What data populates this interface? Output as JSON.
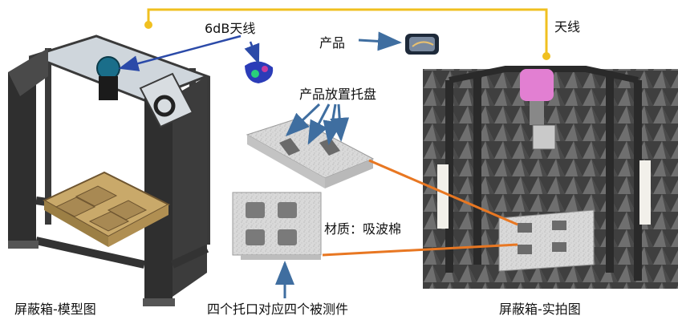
{
  "labels": {
    "antenna_6db": "6dB天线",
    "antenna": "天线",
    "product": "产品",
    "tray": "产品放置托盘",
    "material": "材质：吸波棉",
    "model_caption": "屏蔽箱-模型图",
    "slots_caption": "四个托口对应四个被测件",
    "photo_caption": "屏蔽箱-实拍图"
  },
  "colors": {
    "connector": "#f0c020",
    "arrow_blue": "#2b4aa8",
    "arrow_steel": "#3f6ea0",
    "line_orange": "#e87722",
    "frame_dark": "#3a3a3a",
    "tray_brown": "#c9a96a",
    "foam_gray": "#d7d7d7",
    "chamber_dark": "#2b2b2b"
  }
}
